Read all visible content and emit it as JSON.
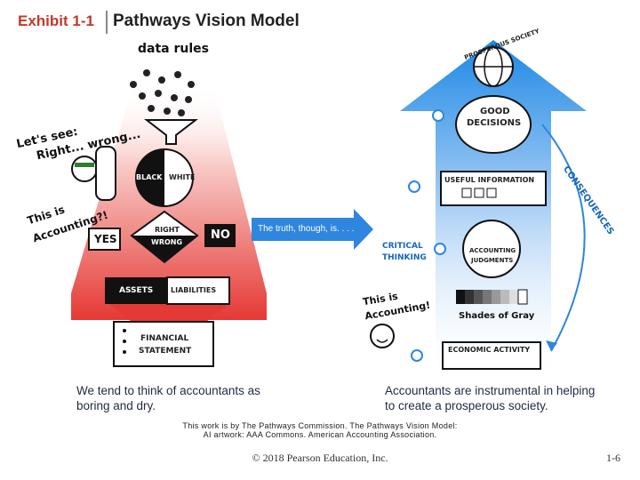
{
  "header": {
    "exhibit_label": "Exhibit 1-1",
    "title": "Pathways Vision Model"
  },
  "left_panel": {
    "data_rules": "data rules",
    "lets_see_line1": "Let's see:",
    "lets_see_line2": "Right... wrong...",
    "black": "BLACK",
    "white": "WHITE",
    "right_wrong_1": "RIGHT",
    "right_wrong_2": "WRONG",
    "this_is_line1": "This is",
    "this_is_line2": "Accounting?!",
    "yes": "YES",
    "no": "NO",
    "assets": "ASSETS",
    "liabilities": "LIABILITIES",
    "financial_line1": "FINANCIAL",
    "financial_line2": "STATEMENT",
    "caption_line1": "We tend to think of accountants as",
    "caption_line2": "boring and dry."
  },
  "middle_arrow": {
    "label": "The truth, though, is. . . ."
  },
  "right_panel": {
    "prosperous_society": "PROSPEROUS SOCIETY",
    "good_decisions_1": "GOOD",
    "good_decisions_2": "DECISIONS",
    "consequences": "CONSEQUENCES",
    "useful_information": "USEFUL INFORMATION",
    "critical_1": "CRITICAL",
    "critical_2": "THINKING",
    "judgments_1": "ACCOUNTING",
    "judgments_2": "JUDGMENTS",
    "this_is_1": "This is",
    "this_is_2": "Accounting!",
    "shades_of_gray": "Shades of Gray",
    "economic_activity": "ECONOMIC ACTIVITY",
    "caption_line1": "Accountants are instrumental in helping",
    "caption_line2": "to create a prosperous society."
  },
  "credit": {
    "line1": "This work is by The Pathways Commission. The Pathways Vision Model:",
    "line2": "AI artwork: AAA Commons. American Accounting Association."
  },
  "footer": {
    "copyright": "© 2018 Pearson Education, Inc.",
    "page": "1-6"
  },
  "colors": {
    "exhibit_red": "#c0392b",
    "left_gradient": "#e53935",
    "right_gradient": "#1e88e5",
    "arrow_blue": "#2e86de",
    "caption_text": "#1f2a44"
  }
}
